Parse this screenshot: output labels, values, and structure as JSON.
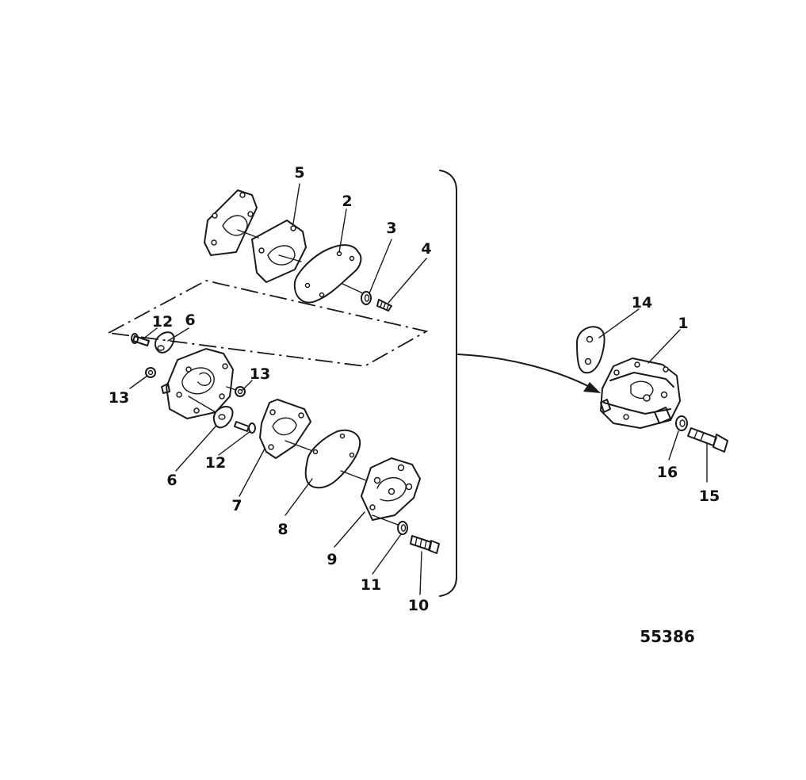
{
  "figure_number": "55386",
  "callouts": [
    {
      "id": "c5",
      "label": "5"
    },
    {
      "id": "c2",
      "label": "2"
    },
    {
      "id": "c3",
      "label": "3"
    },
    {
      "id": "c4",
      "label": "4"
    },
    {
      "id": "c12a",
      "label": "12"
    },
    {
      "id": "c6a",
      "label": "6"
    },
    {
      "id": "c13a",
      "label": "13"
    },
    {
      "id": "c13b",
      "label": "13"
    },
    {
      "id": "c6b",
      "label": "6"
    },
    {
      "id": "c12b",
      "label": "12"
    },
    {
      "id": "c7",
      "label": "7"
    },
    {
      "id": "c8",
      "label": "8"
    },
    {
      "id": "c9",
      "label": "9"
    },
    {
      "id": "c11",
      "label": "11"
    },
    {
      "id": "c10",
      "label": "10"
    },
    {
      "id": "c14",
      "label": "14"
    },
    {
      "id": "c1",
      "label": "1"
    },
    {
      "id": "c16",
      "label": "16"
    },
    {
      "id": "c15",
      "label": "15"
    }
  ]
}
